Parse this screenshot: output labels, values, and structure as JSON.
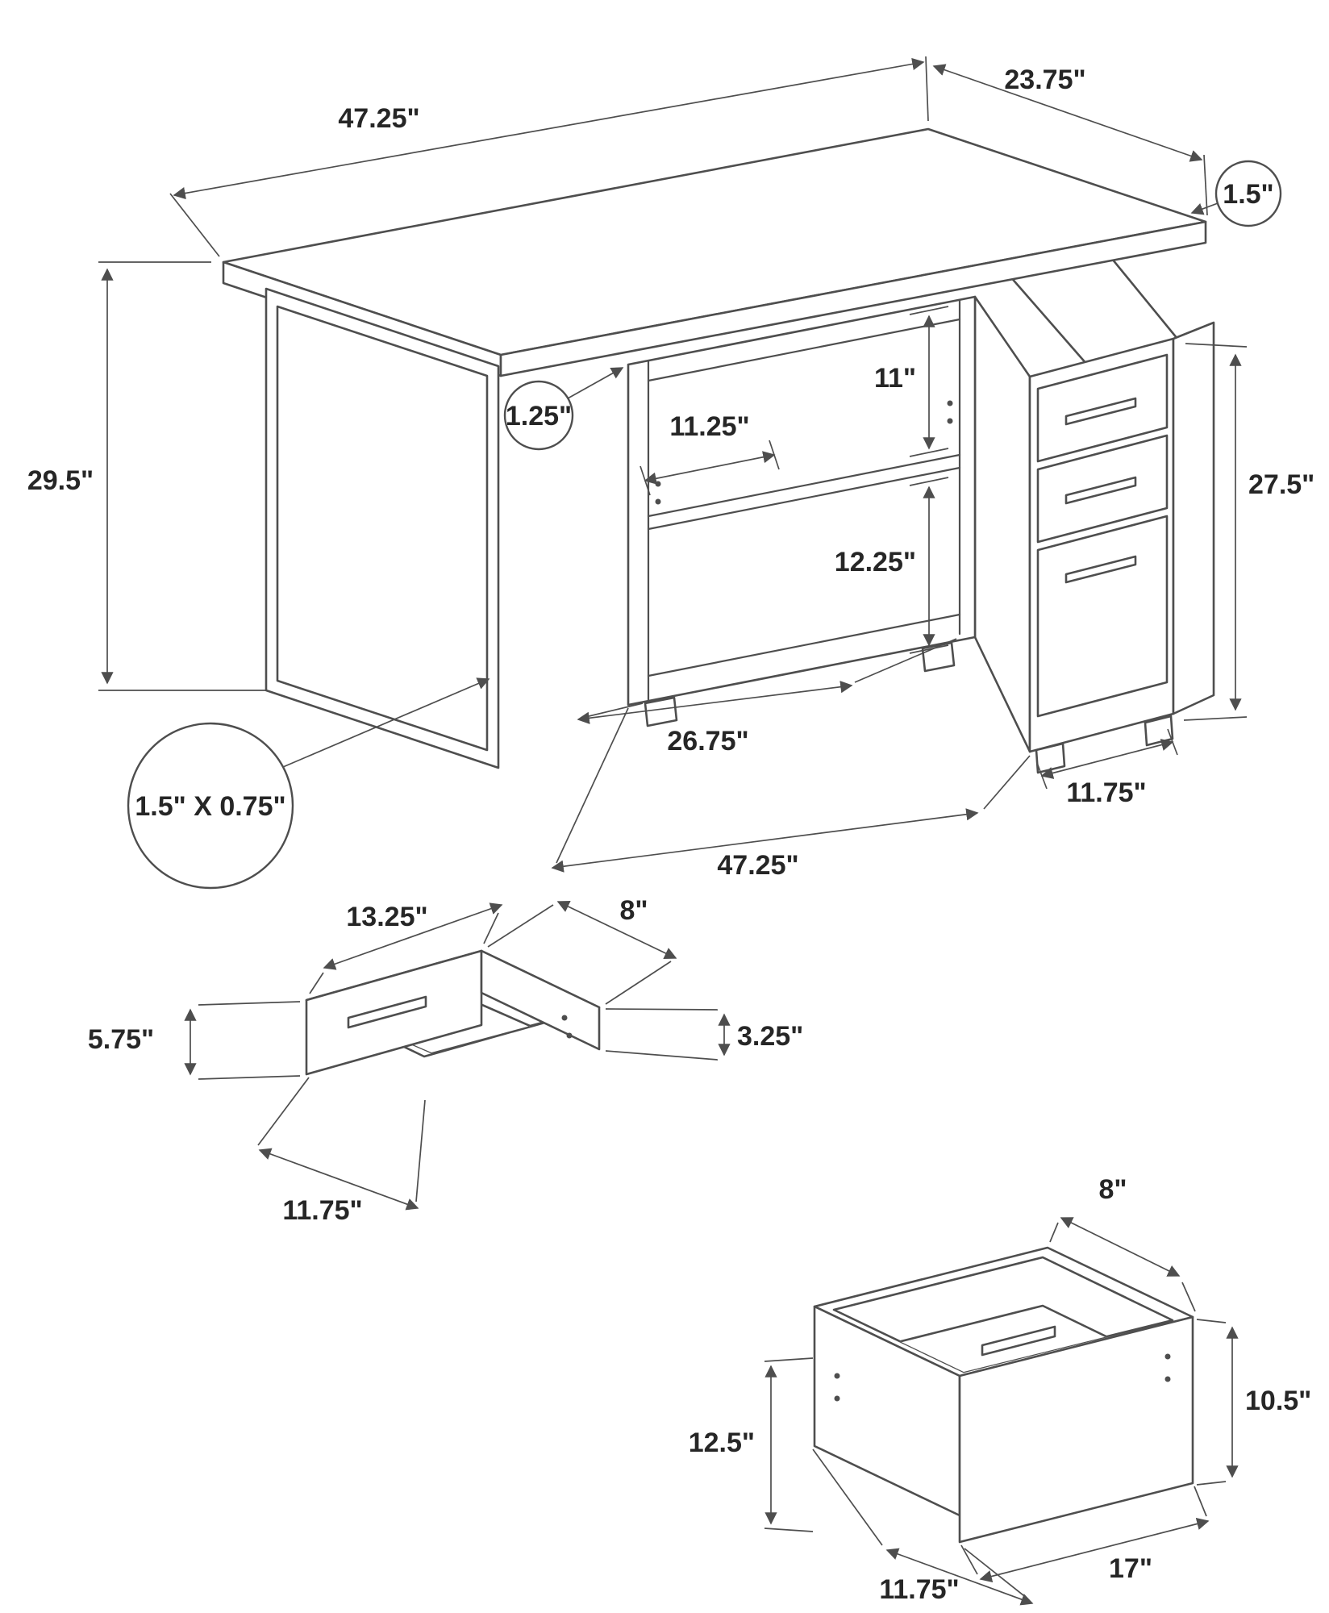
{
  "diagram": {
    "background": "#ffffff",
    "line_color": "#4e4e4e",
    "text_color": "#262626",
    "desk": {
      "top_width": "47.25\"",
      "top_depth": "23.75\"",
      "top_thickness": "1.5\"",
      "leg_height": "29.5\"",
      "shelf_thickness": "1.25\"",
      "shelf_depth": "11.25\"",
      "upper_cubby_height": "11\"",
      "lower_cubby_height": "12.25\"",
      "pedestal_height": "27.5\"",
      "open_storage_width": "26.75\"",
      "return_length": "47.25\"",
      "pedestal_width": "11.75\"",
      "leg_profile": "1.5\" X 0.75\""
    },
    "small_drawer": {
      "width": "13.25\"",
      "depth": "8\"",
      "front_height": "5.75\"",
      "side_height": "3.25\"",
      "bottom_width": "11.75\""
    },
    "large_drawer": {
      "top_depth": "8\"",
      "side_height": "10.5\"",
      "front_height": "12.5\"",
      "bottom_length": "17\"",
      "bottom_width": "11.75\""
    }
  }
}
